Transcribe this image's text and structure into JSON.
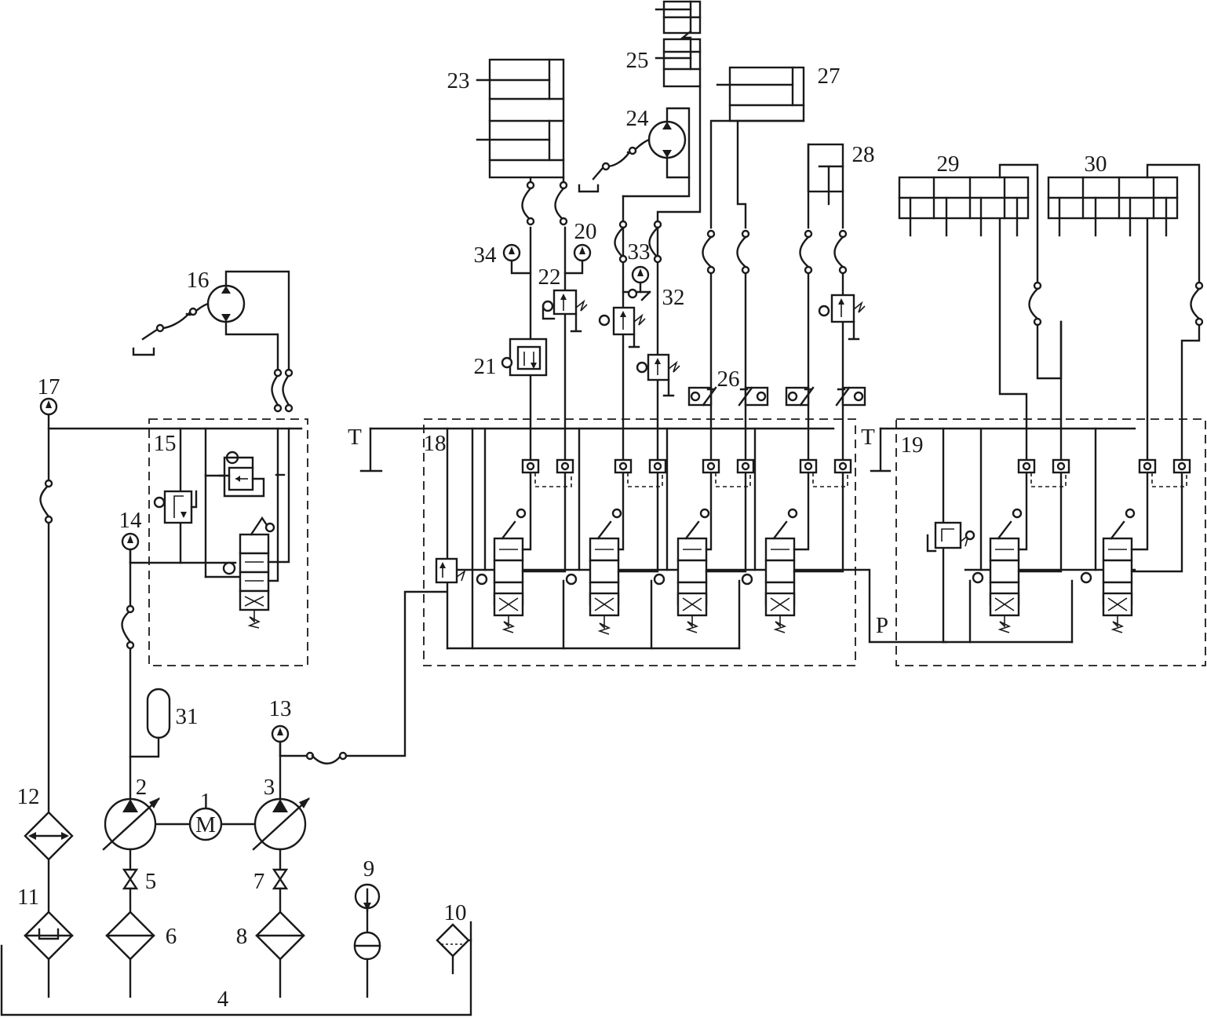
{
  "labels": {
    "c1": "1",
    "c2": "2",
    "c3": "3",
    "c4": "4",
    "c5": "5",
    "c6": "6",
    "c7": "7",
    "c8": "8",
    "c9": "9",
    "c10": "10",
    "c11": "11",
    "c12": "12",
    "c13": "13",
    "c14": "14",
    "c15": "15",
    "c16": "16",
    "c17": "17",
    "c18": "18",
    "c19": "19",
    "c20": "20",
    "c21": "21",
    "c22": "22",
    "c23": "23",
    "c24": "24",
    "c25": "25",
    "c26": "26",
    "c27": "27",
    "c28": "28",
    "c29": "29",
    "c30": "30",
    "c31": "31",
    "c32": "32",
    "c33": "33",
    "c34": "34",
    "tank1": "T",
    "tank2": "T",
    "pressure": "P",
    "motor": "M"
  }
}
